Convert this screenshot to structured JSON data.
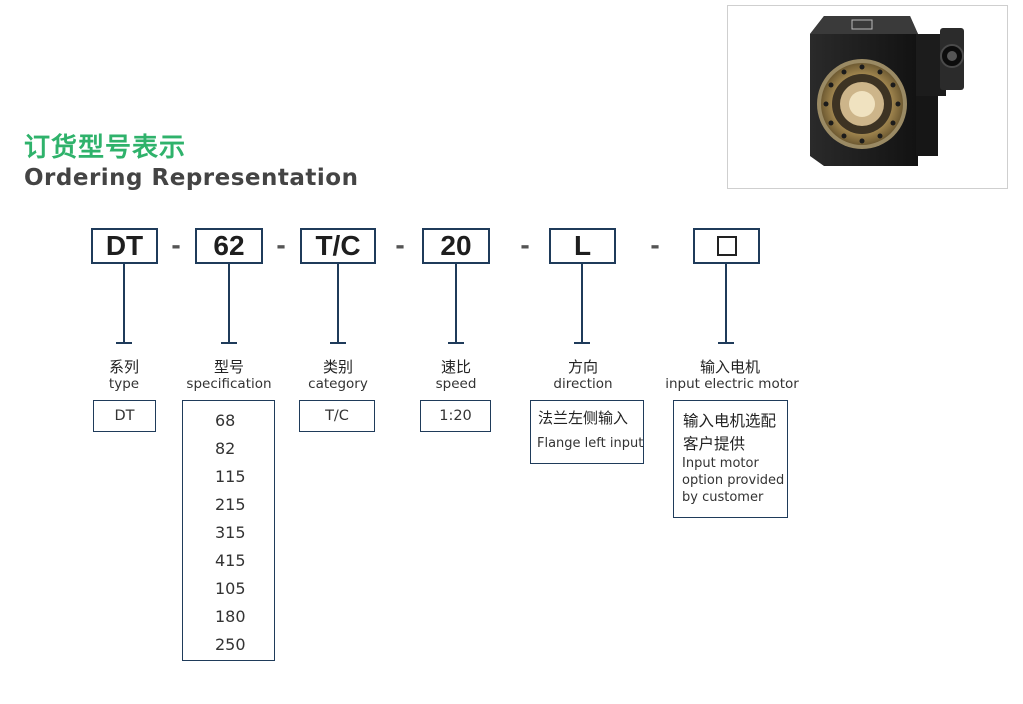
{
  "heading": {
    "cn": "订货型号表示",
    "en": "Ordering  Representation"
  },
  "colors": {
    "heading_green": "#2fb26b",
    "frame_navy": "#1f3b5a"
  },
  "code": {
    "segments": [
      "DT",
      "62",
      "T/C",
      "20",
      "L",
      ""
    ],
    "separator": "-"
  },
  "fields": [
    {
      "cn": "系列",
      "en": "type",
      "options": [
        "DT"
      ]
    },
    {
      "cn": "型号",
      "en": "specification",
      "options": [
        "68",
        "82",
        "115",
        "215",
        "315",
        "415",
        "105",
        "180",
        "250"
      ]
    },
    {
      "cn": "类别",
      "en": "category",
      "options": [
        "T/C"
      ]
    },
    {
      "cn": "速比",
      "en": "speed",
      "options": [
        "1:20"
      ]
    },
    {
      "cn": "方向",
      "en": "direction",
      "options_cn": "法兰左侧输入",
      "options_en": "Flange left input"
    },
    {
      "cn": "输入电机",
      "en": "input electric motor",
      "options_cn_1": "输入电机选配",
      "options_cn_2": "客户提供",
      "options_en": "Input motor option provided by customer"
    }
  ]
}
